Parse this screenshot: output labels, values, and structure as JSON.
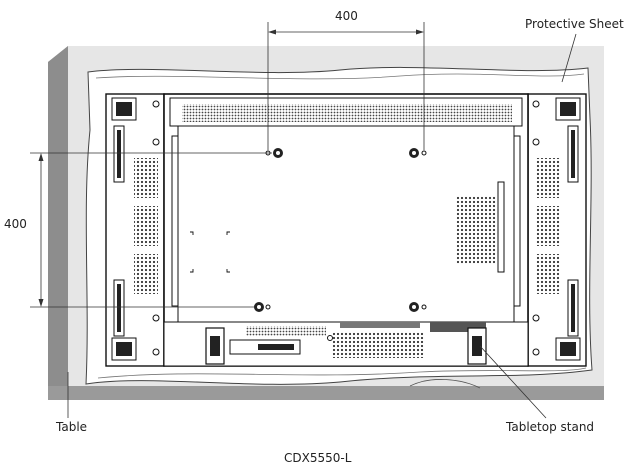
{
  "labels": {
    "dim_horizontal": "400",
    "dim_vertical": "400",
    "protective_sheet": "Protective Sheet",
    "table": "Table",
    "tabletop_stand": "Tabletop stand"
  },
  "model": "CDX5550-L"
}
